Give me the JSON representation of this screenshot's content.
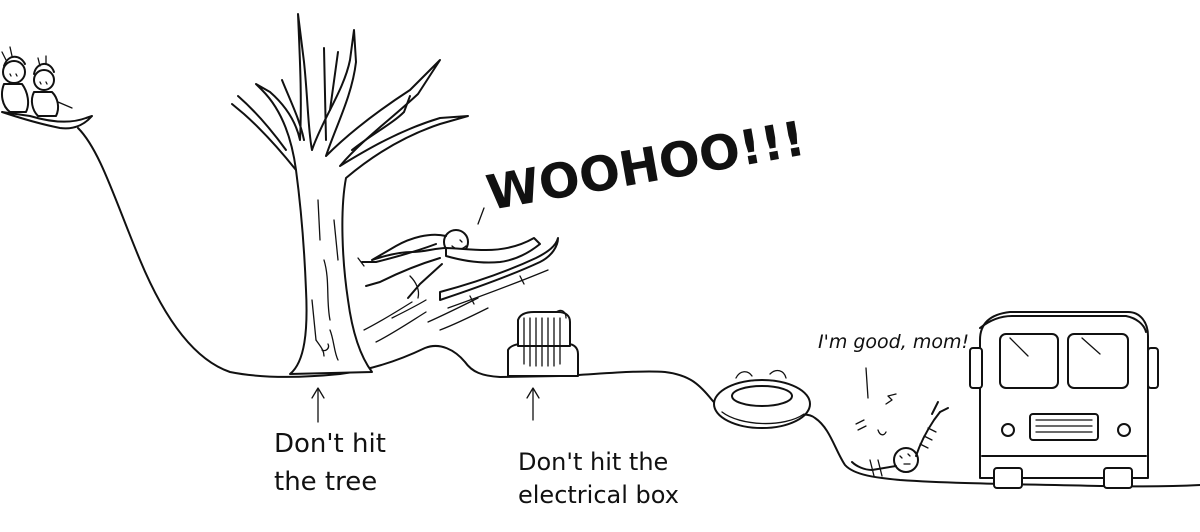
{
  "labels": {
    "shout": "WOOHOO!!!",
    "speech": "I'm good, mom!",
    "tree_warning_line1": "Don't hit",
    "tree_warning_line2": "the tree",
    "box_warning_line1": "Don't hit the",
    "box_warning_line2": "electrical box"
  },
  "icons": {
    "tree": "bare-tree-icon",
    "box": "electrical-box-icon",
    "van": "van-icon",
    "sled": "sled-icon",
    "tube": "snow-tube-icon"
  },
  "colors": {
    "ink": "#111111",
    "paper": "#ffffff"
  }
}
